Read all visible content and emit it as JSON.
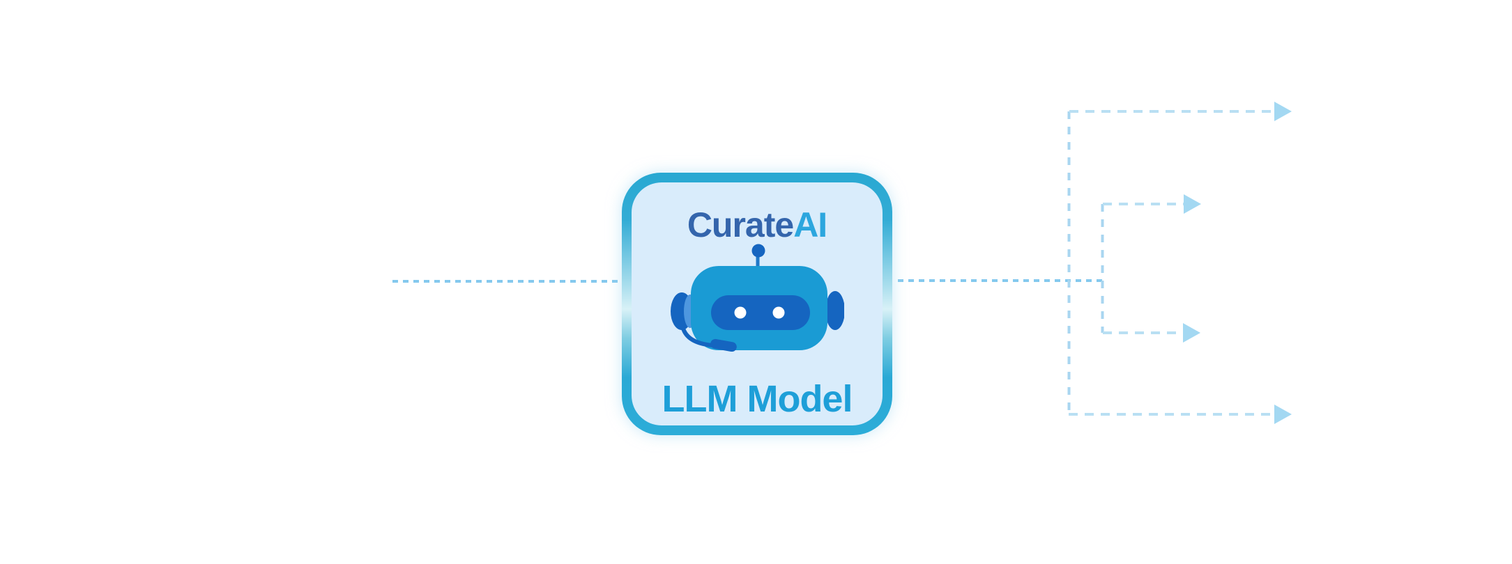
{
  "node": {
    "title_part1": "Curate",
    "title_part2": "AI",
    "subtitle": "LLM Model",
    "icon": "robot-icon"
  },
  "flow": {
    "input_lines": 1,
    "output_arrows": 4,
    "line_style": "dashed"
  },
  "colors": {
    "background": "#FFFFFF",
    "node_border": "#28A8D2",
    "node_border_glow": "#D8F1F7",
    "node_fill": "#D9ECFB",
    "title_part1": "#3465AC",
    "title_part2": "#2CA6DE",
    "subtitle": "#1E9FD8",
    "robot_head": "#1A9BD4",
    "robot_dark": "#1565C0",
    "robot_ear_highlight": "#4E97DF",
    "robot_eyes": "#FFFFFF",
    "dash_main": "#85C9EE",
    "dash_trunk": "#A9D6F0",
    "dash_branch": "#B9DFF3",
    "arrow": "#A3D8F2"
  }
}
